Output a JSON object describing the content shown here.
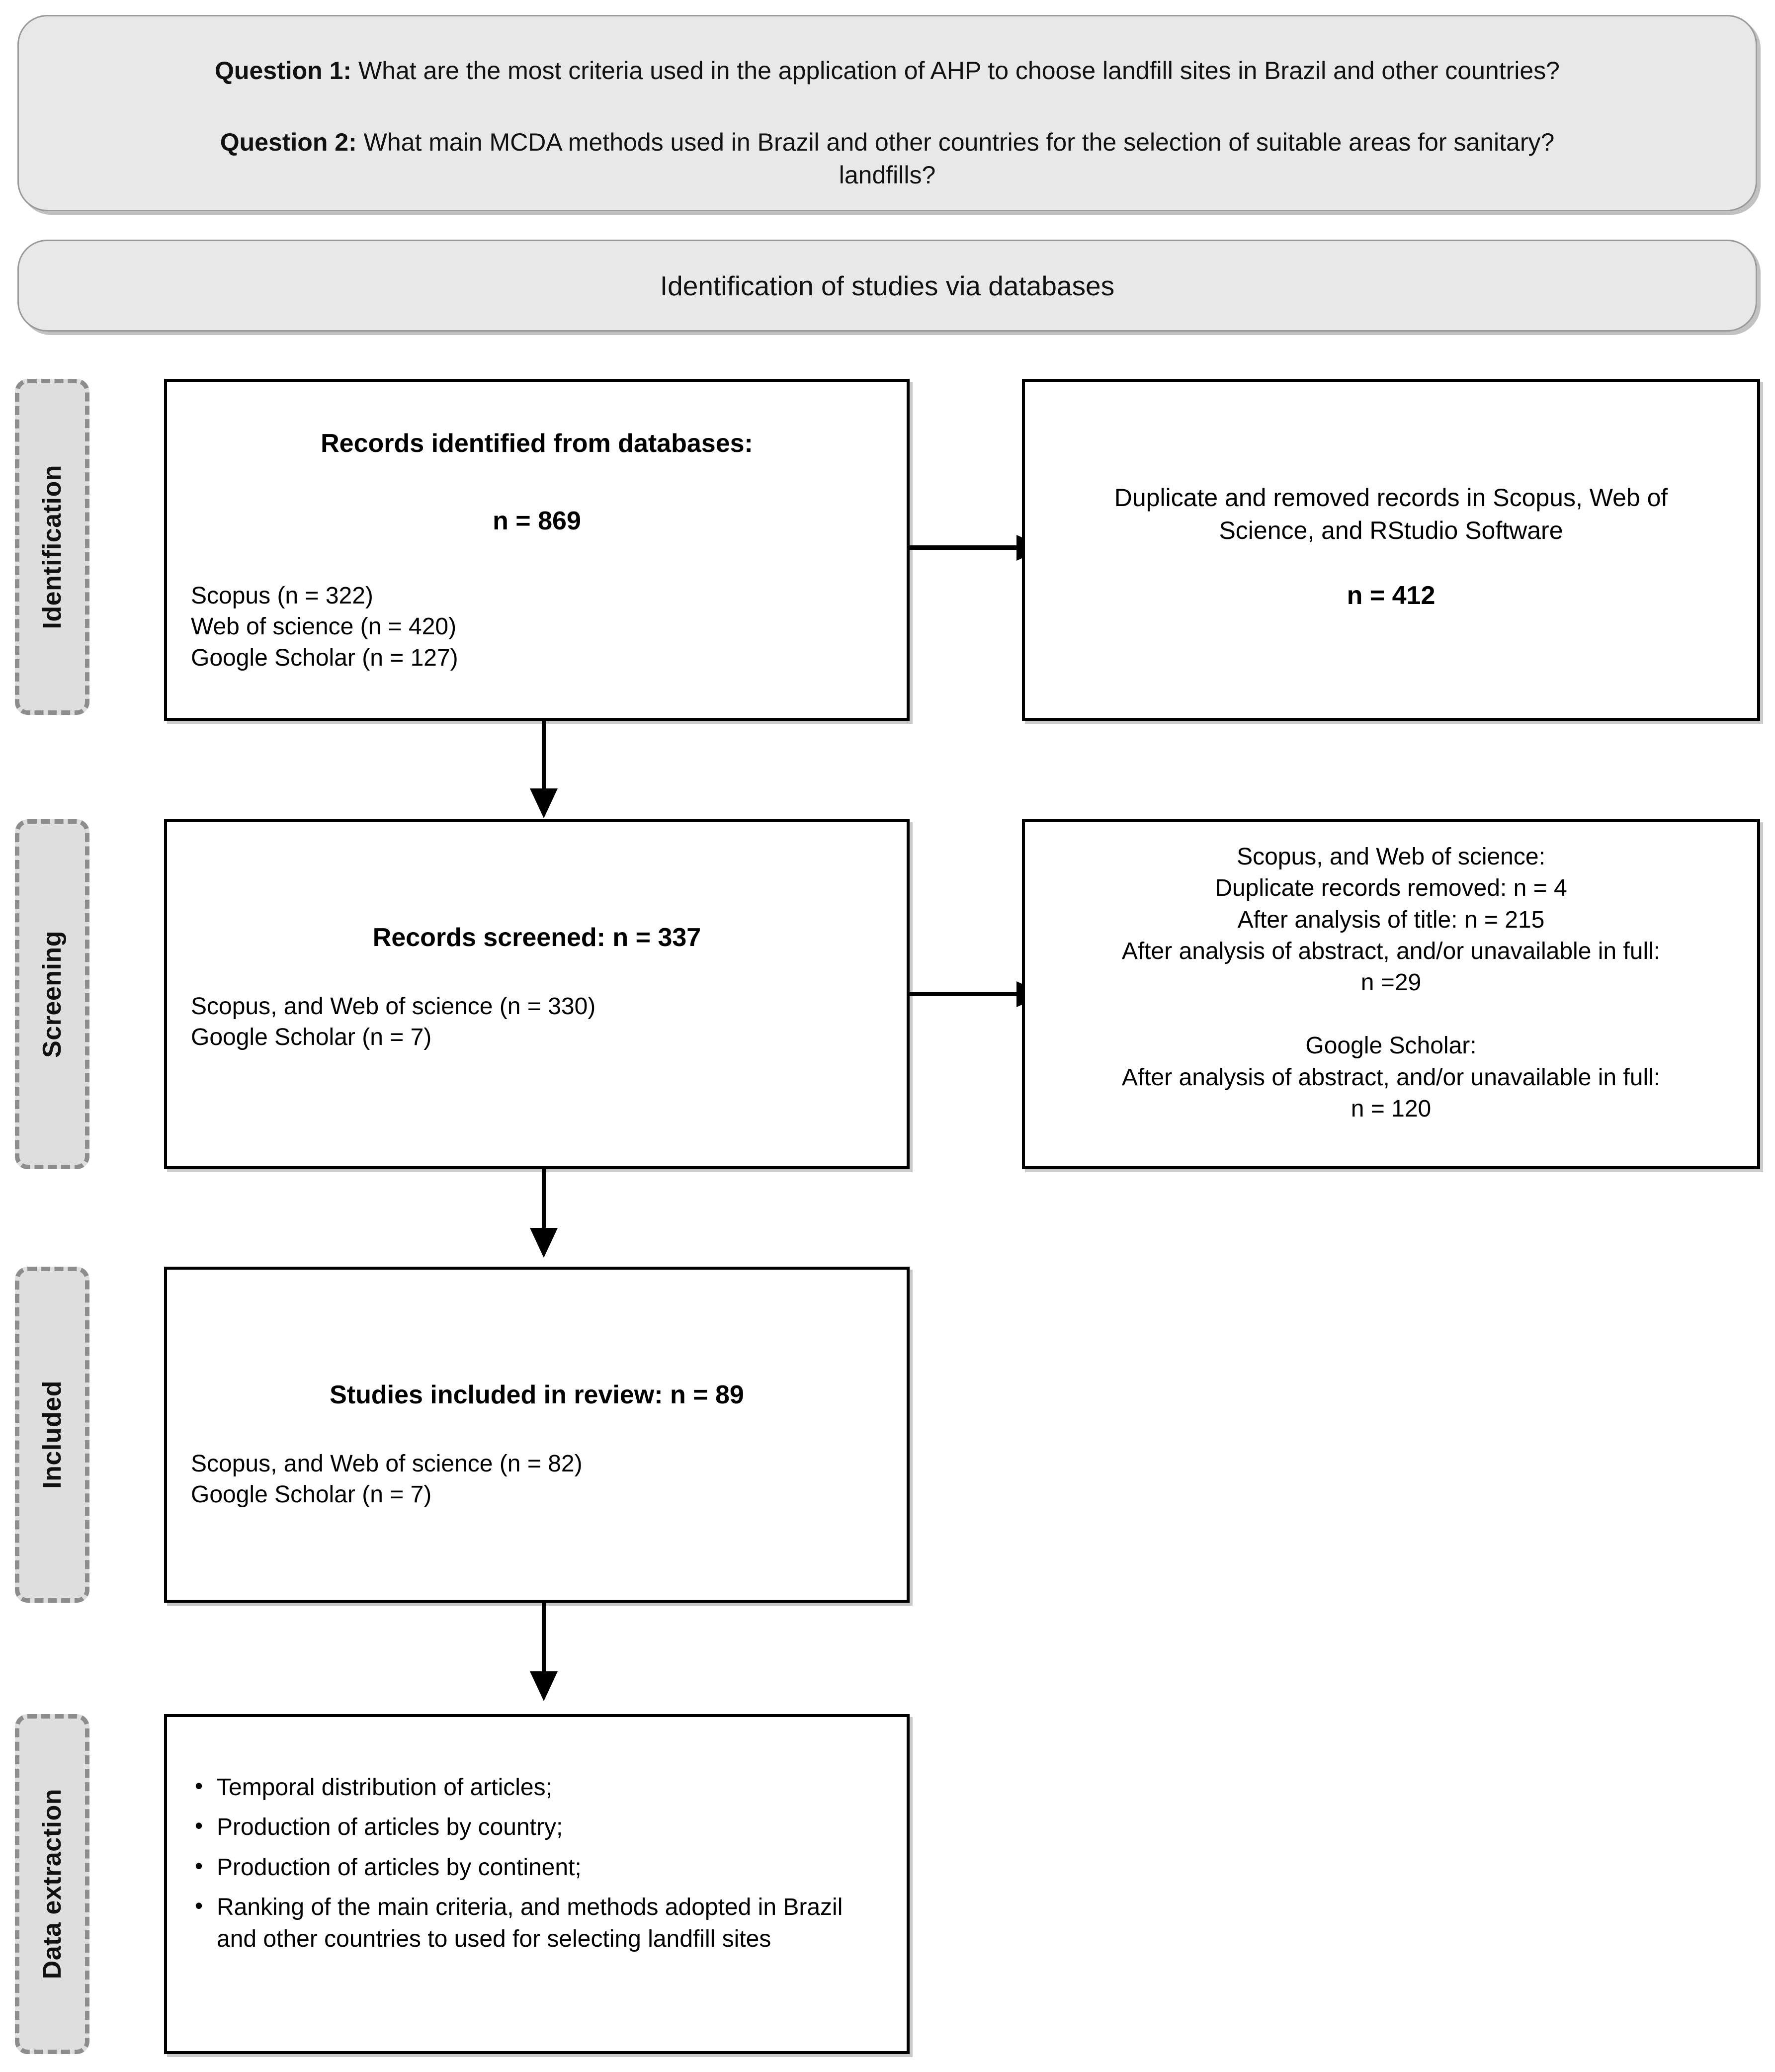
{
  "questions": {
    "q1_label": "Question 1:",
    "q1_text": " What are the most criteria used in the application of AHP to choose landfill sites in Brazil and other countries?",
    "q2_label": "Question 2:",
    "q2_text": " What main MCDA methods used in Brazil and other countries for the selection of suitable areas for sanitary?",
    "q2_text_line2": "landfills?"
  },
  "header": {
    "title": "Identification of studies via databases"
  },
  "stages": [
    {
      "label": "Identification"
    },
    {
      "label": "Screening"
    },
    {
      "label": "Included"
    },
    {
      "label": "Data extraction"
    }
  ],
  "identification": {
    "records_box": {
      "title": "Records identified from databases:",
      "n": "n = 869",
      "lines": [
        "Scopus (n = 322)",
        "Web of science (n = 420)",
        "Google Scholar (n = 127)"
      ]
    },
    "removed_box": {
      "title_line1": "Duplicate and removed records in Scopus, Web of",
      "title_line2": "Science, and RStudio Software",
      "n": "n = 412"
    }
  },
  "screening": {
    "screened_box": {
      "title": "Records screened: n = 337",
      "lines": [
        "Scopus, and Web of science (n = 330)",
        "Google Scholar (n = 7)"
      ]
    },
    "excluded_box": {
      "lines": [
        "Scopus, and Web of science:",
        "Duplicate records removed: n = 4",
        "After analysis of title: n = 215",
        "After analysis of abstract, and/or unavailable in full:",
        "n =29",
        "",
        "Google Scholar:",
        "After analysis of abstract, and/or unavailable in full:",
        "n = 120"
      ]
    }
  },
  "included": {
    "studies_box": {
      "title": "Studies included in review: n = 89",
      "lines": [
        "Scopus, and Web of science (n = 82)",
        "Google Scholar (n = 7)"
      ]
    }
  },
  "data_extraction": {
    "bullets": [
      "Temporal distribution of articles;",
      "Production of articles by country;",
      "Production of articles by continent;",
      "Ranking of the main criteria, and methods adopted in Brazil and other countries to used for selecting landfill sites"
    ]
  },
  "colors": {
    "panel_fill": "#e8e8e8",
    "panel_border": "#9a9a9a",
    "stage_fill": "#dedede",
    "stage_border": "#8d8d8d",
    "box_border": "#000000",
    "background": "#ffffff"
  },
  "connectors": [
    {
      "name": "identified-to-removed",
      "type": "arrow-right"
    },
    {
      "name": "identified-to-screened",
      "type": "arrow-down"
    },
    {
      "name": "screened-to-excluded",
      "type": "arrow-right"
    },
    {
      "name": "screened-to-included",
      "type": "arrow-down"
    },
    {
      "name": "included-to-extraction",
      "type": "arrow-down"
    }
  ]
}
